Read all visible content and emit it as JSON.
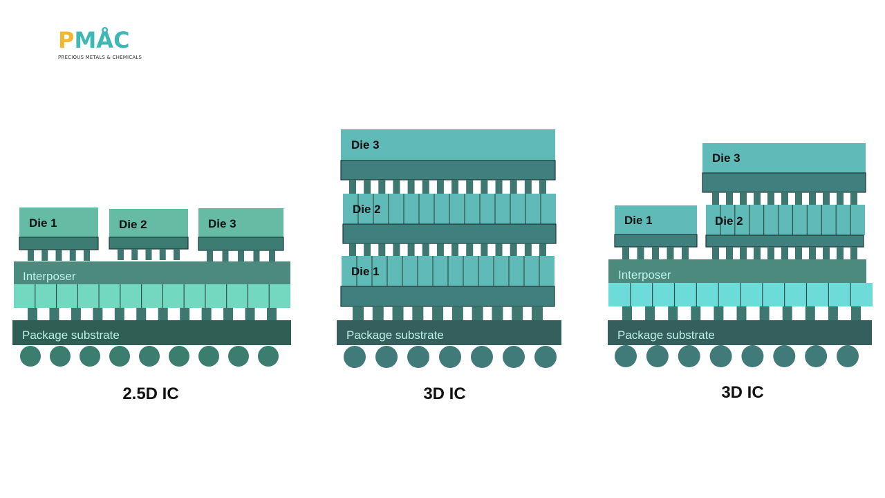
{
  "logo": {
    "letters": [
      {
        "char": "P",
        "color": "#f5b731"
      },
      {
        "char": "M",
        "color": "#3fb7b4"
      },
      {
        "char": "Å",
        "color": "#3fb7b4"
      },
      {
        "char": "C",
        "color": "#3fb7b4"
      }
    ],
    "tagline": "PRECIOUS METALS & CHEMICALS"
  },
  "colors": {
    "die_green": "#66bba4",
    "die_teal": "#5fbab8",
    "base_dark": "#3d7c72",
    "base_teal_dark": "#3f7f7d",
    "interposer": "#4c8a7e",
    "interposer_cells": "#72d8c0",
    "interposer_cells_cyan": "#6ddcd9",
    "substrate": "#2f5e54",
    "substrate_teal": "#345f5d",
    "bump": "#3d7770",
    "ball": "#3b7d6e",
    "ball_teal": "#407b7a",
    "label_light": "#bff2e6",
    "label_dark": "#111111"
  },
  "diagrams": [
    {
      "id": "2_5d",
      "caption": "2.5D IC",
      "interposer_label": "Interposer",
      "substrate_label": "Package substrate",
      "dies": [
        {
          "label": "Die 1"
        },
        {
          "label": "Die 2"
        },
        {
          "label": "Die 3"
        }
      ]
    },
    {
      "id": "3d_a",
      "caption": "3D IC",
      "substrate_label": "Package substrate",
      "dies": [
        {
          "label": "Die 3"
        },
        {
          "label": "Die 2"
        },
        {
          "label": "Die 1"
        }
      ]
    },
    {
      "id": "3d_b",
      "caption": "3D IC",
      "interposer_label": "Interposer",
      "substrate_label": "Package substrate",
      "dies": [
        {
          "label": "Die 1"
        },
        {
          "label": "Die 2"
        },
        {
          "label": "Die 3"
        }
      ]
    }
  ]
}
